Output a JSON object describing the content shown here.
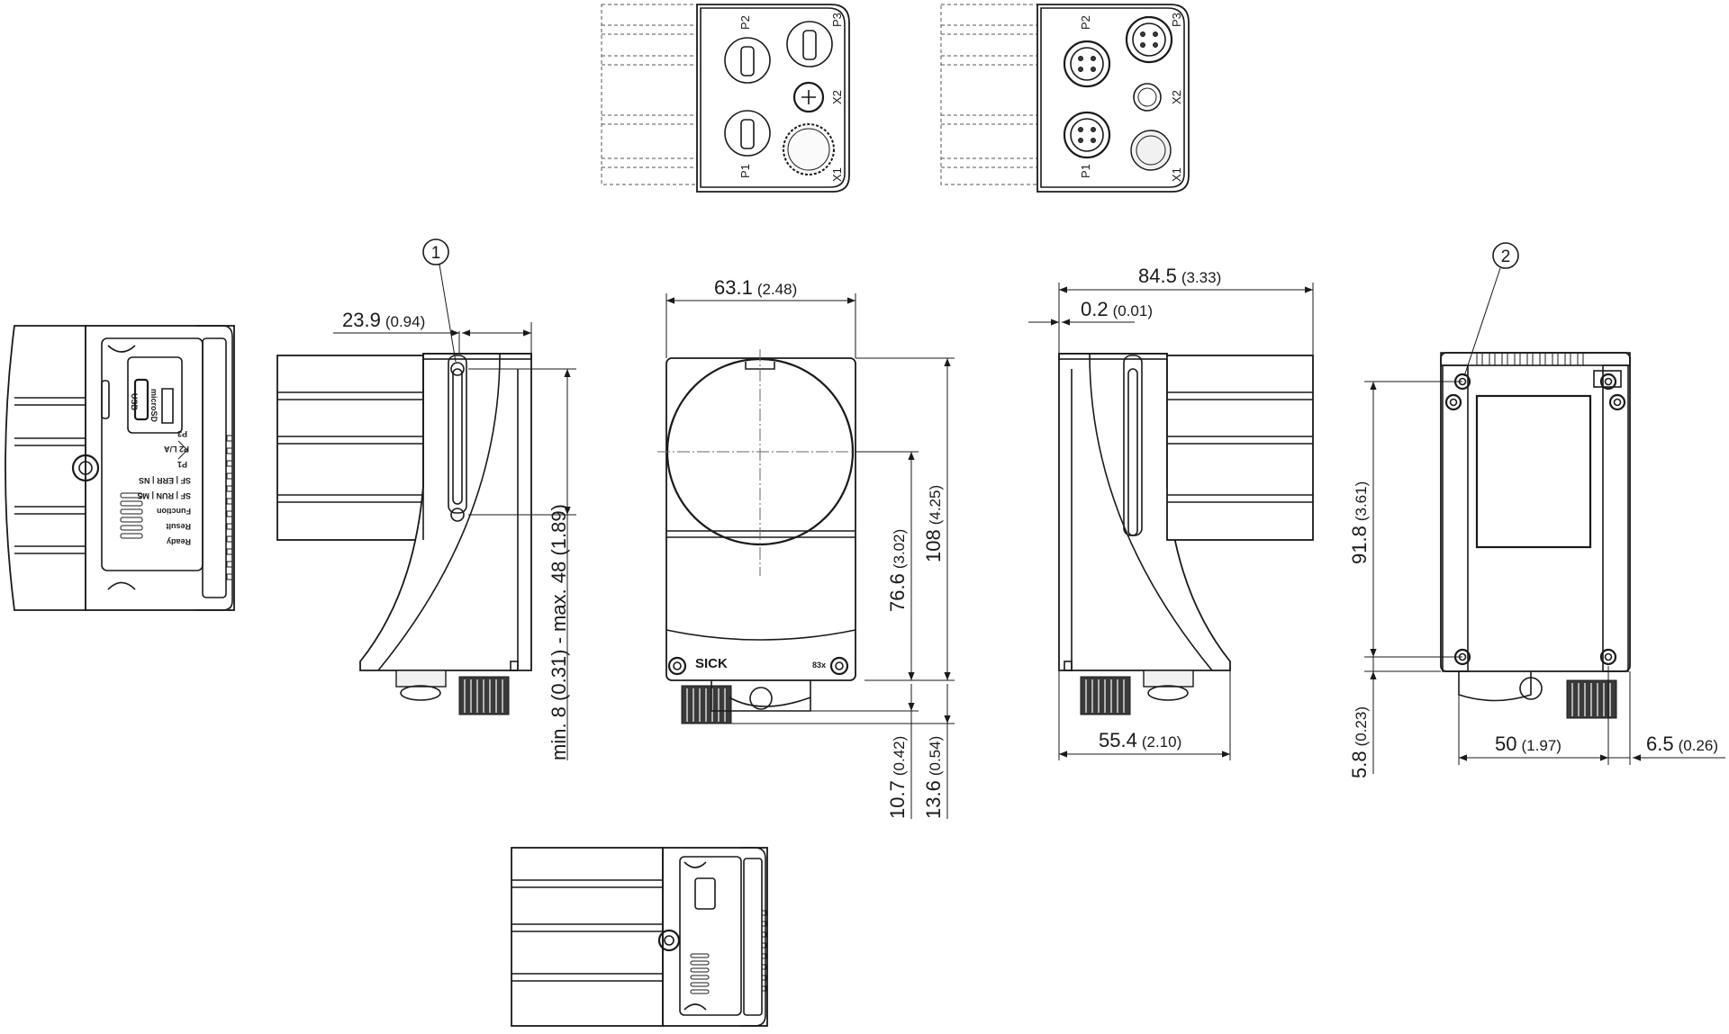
{
  "rear_views": {
    "left": {
      "p1": "P1",
      "p2": "P2",
      "p3": "P3",
      "x1": "X1",
      "x2": "X2"
    },
    "right": {
      "p1": "P1",
      "p2": "P2",
      "p3": "P3",
      "x1": "X1",
      "x2": "X2"
    }
  },
  "callouts": {
    "one": "1",
    "two": "2"
  },
  "side_panel": {
    "usb": "USB",
    "microsd": "microSD",
    "p3": "P3",
    "p2_la": "P2 L/A",
    "p1": "P1",
    "sf_err_ns": "SF | ERR | NS",
    "sf_run_ms": "SF | RUN | MS",
    "function": "Function",
    "result": "Result",
    "ready": "Ready"
  },
  "front": {
    "brand": "SICK",
    "model": "83x"
  },
  "dimensions": {
    "d23_9": {
      "value": "23.9",
      "inch": "(0.94)"
    },
    "d63_1": {
      "value": "63.1",
      "inch": "(2.48)"
    },
    "d84_5": {
      "value": "84.5",
      "inch": "(3.33)"
    },
    "d0_2": {
      "value": "0.2",
      "inch": "(0.01)"
    },
    "d76_6": {
      "value": "76.6",
      "inch": "(3.02)"
    },
    "d108": {
      "value": "108",
      "inch": "(4.25)"
    },
    "d10_7": {
      "value": "10.7",
      "inch": "(0.42)"
    },
    "d13_6": {
      "value": "13.6",
      "inch": "(0.54)"
    },
    "dmin8": {
      "text": "min. 8 (0.31) - max. 48 (1.89)"
    },
    "d55_4": {
      "value": "55.4",
      "inch": "(2.10)"
    },
    "d91_8": {
      "value": "91.8",
      "inch": "(3.61)"
    },
    "d5_8": {
      "value": "5.8",
      "inch": "(0.23)"
    },
    "d50": {
      "value": "50",
      "inch": "(1.97)"
    },
    "d6_5": {
      "value": "6.5",
      "inch": "(0.26)"
    }
  }
}
